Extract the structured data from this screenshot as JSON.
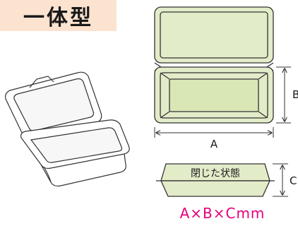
{
  "title": "一体型",
  "labels": {
    "a": "A",
    "b": "B",
    "c": "C"
  },
  "closed_state": "閉じた状態",
  "dimensions": "A×B×Cmm",
  "colors": {
    "title_bg": "#fbe3cf",
    "tray_fill": "#e3ecc9",
    "inner_fill": "#d9e7b5",
    "dimensions_text": "#e6007e"
  }
}
